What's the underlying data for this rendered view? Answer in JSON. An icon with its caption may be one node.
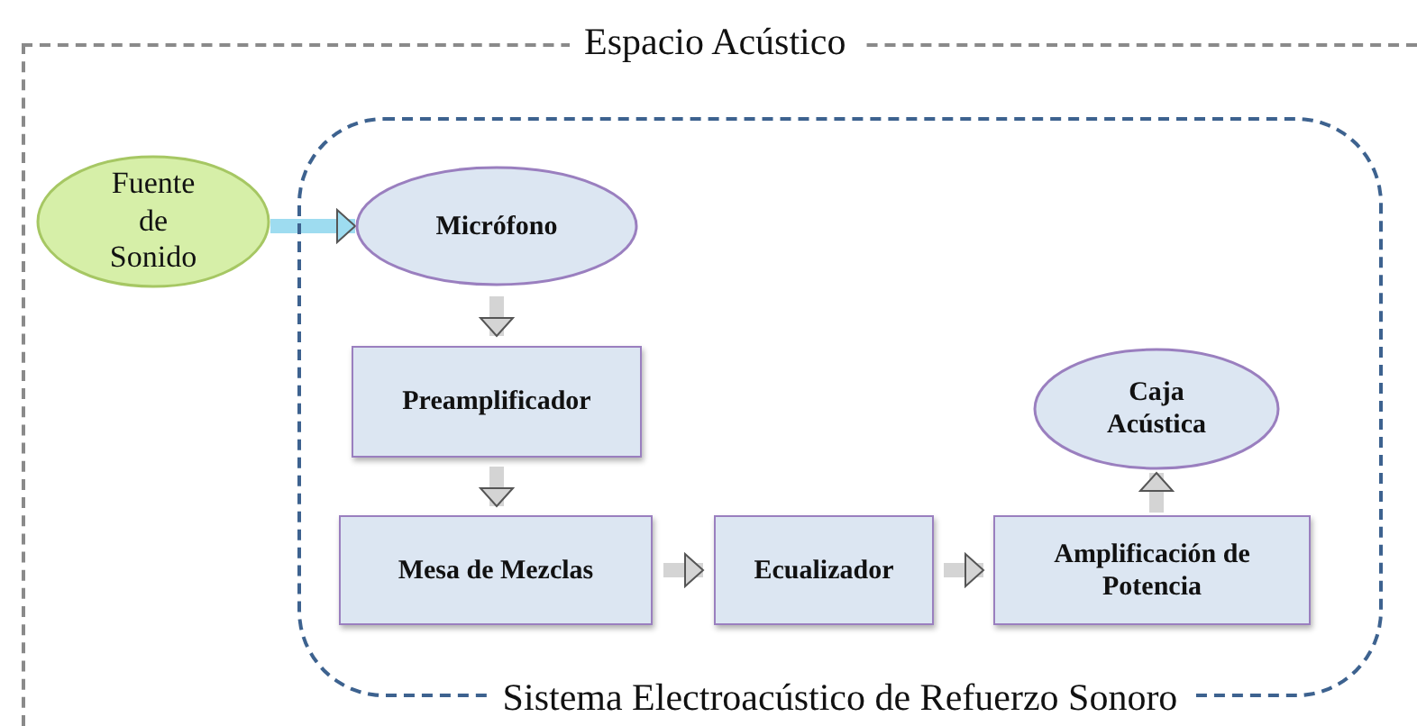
{
  "diagram": {
    "nodes": [
      {
        "text": [
          "Espacio Acústico"
        ]
      },
      {
        "text": [
          "Sistema Electroacústico de Refuerzo Sonoro"
        ],
        "in": 0
      },
      {
        "text": [
          "Fuente de Sonido"
        ],
        "in": 0
      },
      {
        "text": [
          "Micrófono"
        ],
        "in": 1
      },
      {
        "text": [
          "Preamplificador"
        ],
        "in": 1
      },
      {
        "text": [
          "Mesa de Mezclas"
        ],
        "in": 1
      },
      {
        "text": [
          "Ecualizador"
        ],
        "in": 1
      },
      {
        "text": [
          "Amplificación de Potencia"
        ],
        "in": 1
      },
      {
        "text": [
          "Caja Acústica"
        ],
        "in": 1
      }
    ],
    "edges": [
      {
        "from": 2,
        "to": 3,
        "arrow": "to",
        "color": "#9edcf0"
      },
      {
        "from": 3,
        "to": 4,
        "arrow": "to"
      },
      {
        "from": 4,
        "to": 5,
        "arrow": "to"
      },
      {
        "from": 5,
        "to": 6,
        "arrow": "to"
      },
      {
        "from": 6,
        "to": 7,
        "arrow": "to"
      },
      {
        "from": 7,
        "to": 8,
        "arrow": "to"
      }
    ]
  }
}
